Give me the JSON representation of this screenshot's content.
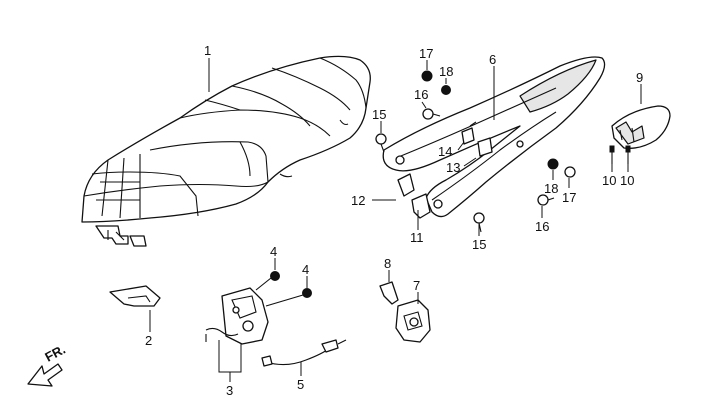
{
  "diagram": {
    "callouts": {
      "c1": "1",
      "c2": "2",
      "c3": "3",
      "c4a": "4",
      "c4b": "4",
      "c5": "5",
      "c6": "6",
      "c7": "7",
      "c8": "8",
      "c9": "9",
      "c10a": "10",
      "c10b": "10",
      "c11": "11",
      "c12": "12",
      "c13": "13",
      "c14": "14",
      "c15a": "15",
      "c15b": "15",
      "c16a": "16",
      "c16b": "16",
      "c17a": "17",
      "c17b": "17",
      "c18a": "18",
      "c18b": "18"
    },
    "direction_label": "FR."
  },
  "icons": {
    "front_arrow": "front-direction-arrow-icon"
  }
}
